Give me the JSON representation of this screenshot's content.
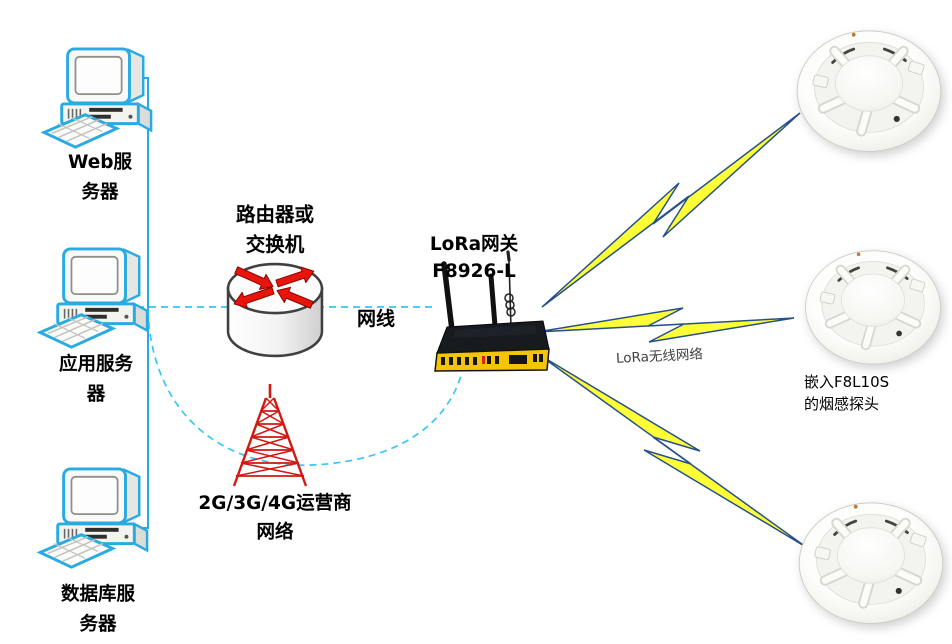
{
  "nodes": {
    "web_server": {
      "line1": "Web服",
      "line2": "务器"
    },
    "app_server": {
      "line1": "应用服务",
      "line2": "器"
    },
    "db_server": {
      "line1": "数据库服",
      "line2": "务器"
    },
    "router": {
      "line1": "路由器或",
      "line2": "交换机"
    },
    "gateway": {
      "line1": "LoRa网关",
      "line2": "F8926-L"
    },
    "carrier": {
      "line1": "2G/3G/4G运营商",
      "line2": "网络"
    },
    "smoke_probe": {
      "line1": "嵌入F8L10S",
      "line2": "的烟感探头"
    }
  },
  "links": {
    "ethernet_label": "网线",
    "lora_label": "LoRa无线网络"
  },
  "colors": {
    "link_blue": "#2aa7e8",
    "dashed_cyan": "#38c6f4",
    "bolt_fill": "#ffff38",
    "bolt_stroke": "#27508b",
    "router_red": "#e8150d",
    "tower_red": "#d21810",
    "gateway_yellow": "#f4c504",
    "pc_blue": "#29abe2",
    "lora_label_gray": "#3f3f3f"
  }
}
